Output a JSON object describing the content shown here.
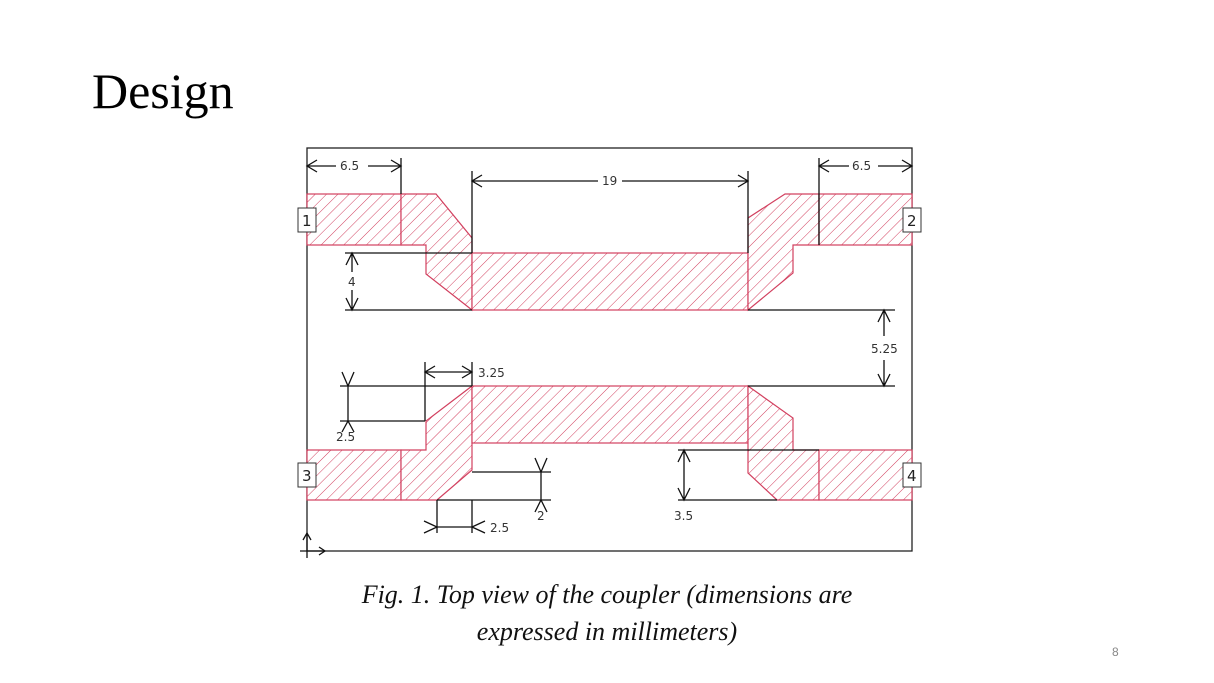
{
  "slide": {
    "title": "Design",
    "caption_line1": "Fig. 1. Top view of the coupler (dimensions are",
    "caption_line2": "expressed in millimeters)",
    "page_number": "8"
  },
  "diagram": {
    "ports": [
      "1",
      "2",
      "3",
      "4"
    ],
    "dimensions": {
      "left_port_length": "6.5",
      "right_port_length": "6.5",
      "coupled_length": "19",
      "line_width": "4",
      "line_gap": "5.25",
      "taper_length": "3.25",
      "taper_offset": "2.5",
      "taper_step_height": "2",
      "taper_step_width": "2.5",
      "port_width": "3.5"
    },
    "colors": {
      "metal_hatch": "#d2405f",
      "lines": "#111111"
    }
  }
}
